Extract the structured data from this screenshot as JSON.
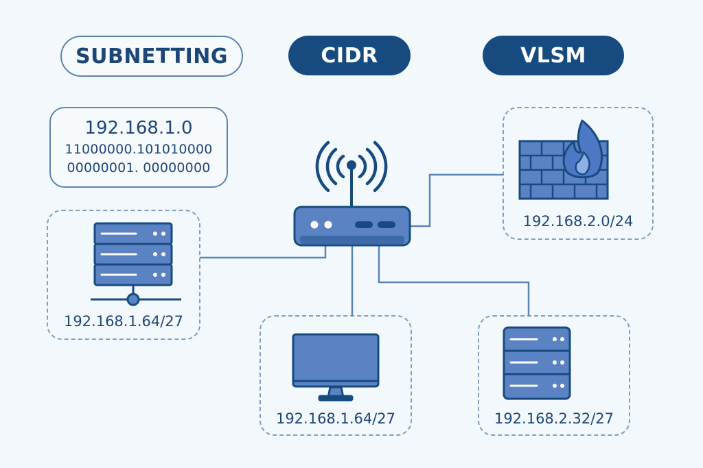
{
  "tags": [
    "SUBNETTING",
    "CIDR",
    "VLSM"
  ],
  "ip_example": {
    "address": "192.168.1.0",
    "binary_line_1": "11000000.101010000",
    "binary_line_2": "00000001. 00000000"
  },
  "nodes": {
    "server_left": "192.168.1.64/27",
    "computer": "192.168.1.64/27",
    "firewall": "192.168.2.0/24",
    "server_right": "192.168.2.32/27"
  },
  "colors": {
    "primary": "#174b80",
    "icon_fill": "#5b83c4",
    "line": "#5a84b6",
    "background": "#f3f8fc"
  }
}
